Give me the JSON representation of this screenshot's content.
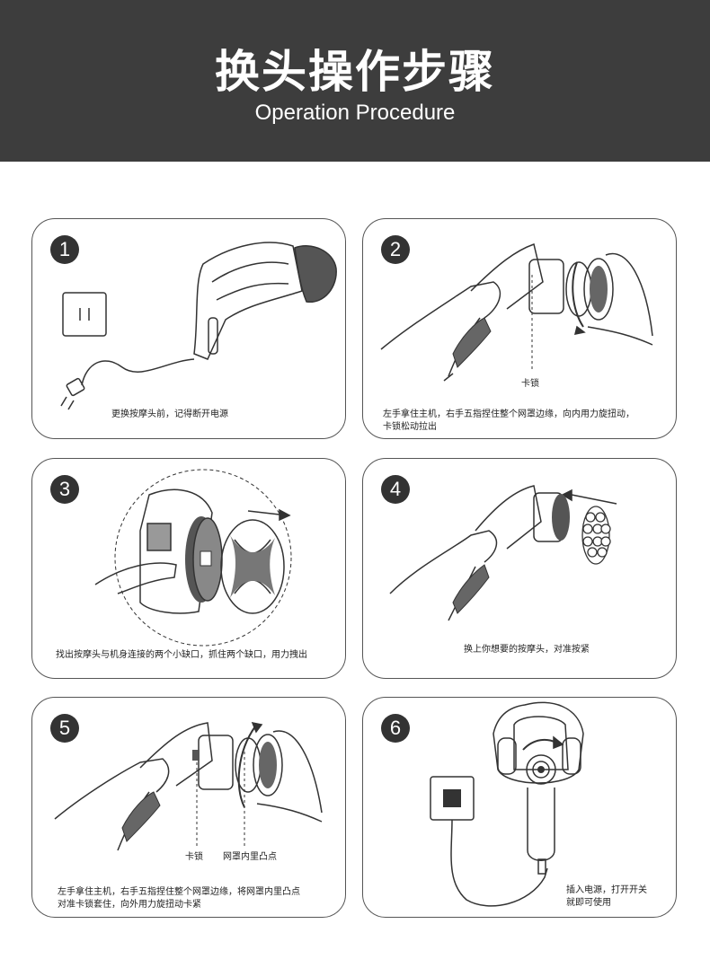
{
  "header": {
    "title": "换头操作步骤",
    "subtitle": "Operation Procedure"
  },
  "steps": [
    {
      "number": "1",
      "caption": "更换按摩头前，记得断开电源"
    },
    {
      "number": "2",
      "caption_line1": "左手拿住主机，右手五指捏住整个网罩边缘，向内用力旋扭动，",
      "caption_line2": "卡锁松动拉出",
      "label_lock": "卡锁"
    },
    {
      "number": "3",
      "caption": "找出按摩头与机身连接的两个小缺口，抓住两个缺口，用力拽出"
    },
    {
      "number": "4",
      "caption": "换上你想要的按摩头，对准按紧"
    },
    {
      "number": "5",
      "caption_line1": "左手拿住主机，右手五指捏住整个网罩边缘，将网罩内里凸点",
      "caption_line2": "对准卡锁套住，向外用力旋扭动卡紧",
      "label_lock": "卡锁",
      "label_bump": "网罩内里凸点"
    },
    {
      "number": "6",
      "caption_line1": "插入电源，打开开关",
      "caption_line2": "就即可使用"
    }
  ],
  "colors": {
    "header_bg": "#3d3d3d",
    "badge": "#333333",
    "border": "#555555"
  }
}
